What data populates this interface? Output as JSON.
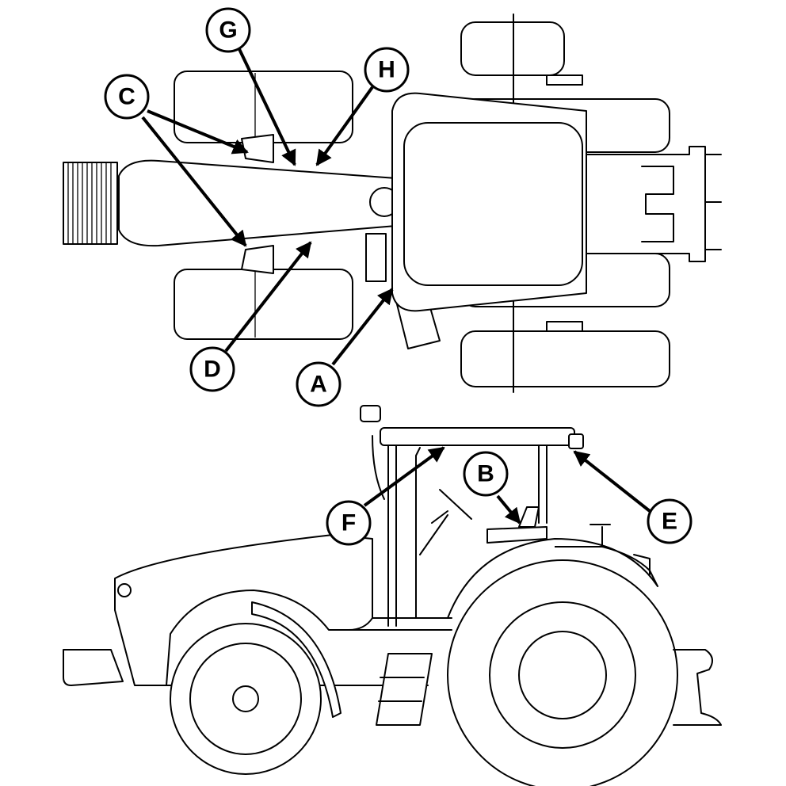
{
  "diagram": {
    "views": [
      "top-view",
      "side-view"
    ],
    "callouts": [
      {
        "id": "G",
        "label": "G"
      },
      {
        "id": "H",
        "label": "H"
      },
      {
        "id": "C",
        "label": "C"
      },
      {
        "id": "D",
        "label": "D"
      },
      {
        "id": "A",
        "label": "A"
      },
      {
        "id": "B",
        "label": "B"
      },
      {
        "id": "E",
        "label": "E"
      },
      {
        "id": "F",
        "label": "F"
      }
    ],
    "colors": {
      "line": "#000000",
      "background": "#ffffff"
    }
  }
}
